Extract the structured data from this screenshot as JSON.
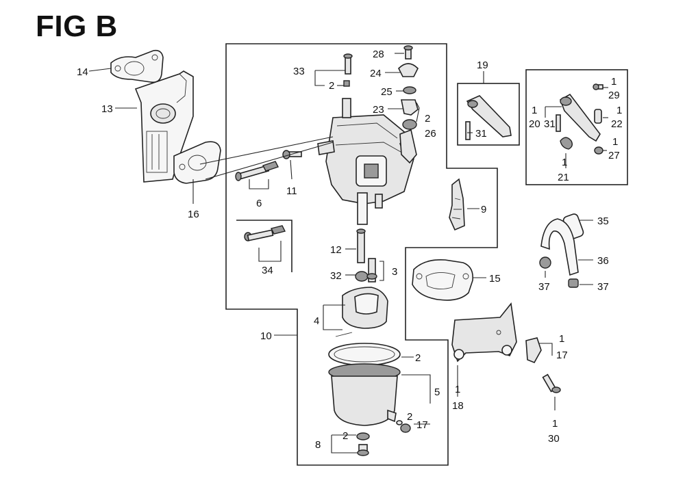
{
  "figure": {
    "title": "FIG B"
  },
  "callouts": {
    "c1": "1",
    "c2": "2",
    "c3": "3",
    "c4": "4",
    "c5": "5",
    "c6": "6",
    "c8": "8",
    "c9": "9",
    "c10": "10",
    "c11": "11",
    "c12": "12",
    "c13": "13",
    "c14": "14",
    "c15": "15",
    "c16": "16",
    "c17": "17",
    "c18": "18",
    "c19": "19",
    "c20": "20",
    "c21": "21",
    "c22": "22",
    "c23": "23",
    "c24": "24",
    "c25": "25",
    "c26": "26",
    "c27": "27",
    "c28": "28",
    "c29": "29",
    "c30": "30",
    "c31": "31",
    "c32": "32",
    "c33": "33",
    "c34": "34",
    "c35": "35",
    "c36": "36",
    "c37": "37"
  }
}
